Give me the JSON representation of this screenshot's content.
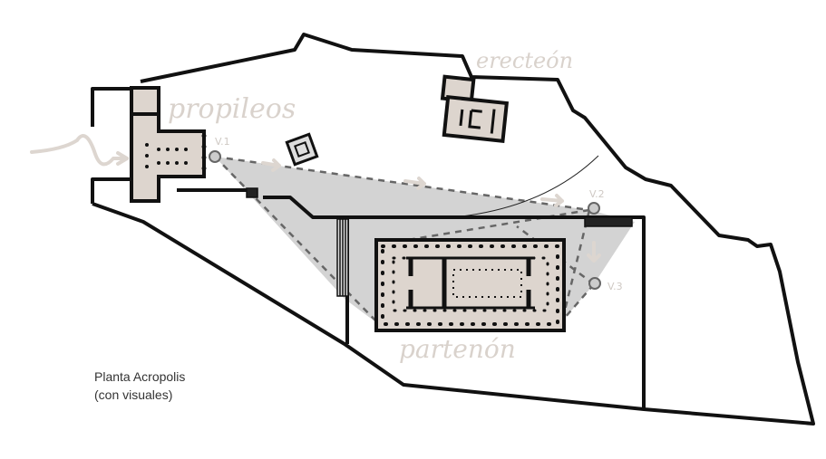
{
  "caption": {
    "line1": "Planta Acropolis",
    "line2": "(con visuales)"
  },
  "labels": {
    "propileos": "propileos",
    "erecteon": "erecteón",
    "partenon": "partenón"
  },
  "viewpoints": [
    {
      "id": "v1",
      "label": "V.1"
    },
    {
      "id": "v2",
      "label": "V.2"
    },
    {
      "id": "v3",
      "label": "V.3"
    }
  ],
  "colors": {
    "outline": "#111111",
    "building_fill": "#ddd5ce",
    "visual_cone": "#d0d0d0",
    "dashed": "#666666",
    "script_label": "#d9d2cc",
    "arrow": "#ddd6d0"
  }
}
